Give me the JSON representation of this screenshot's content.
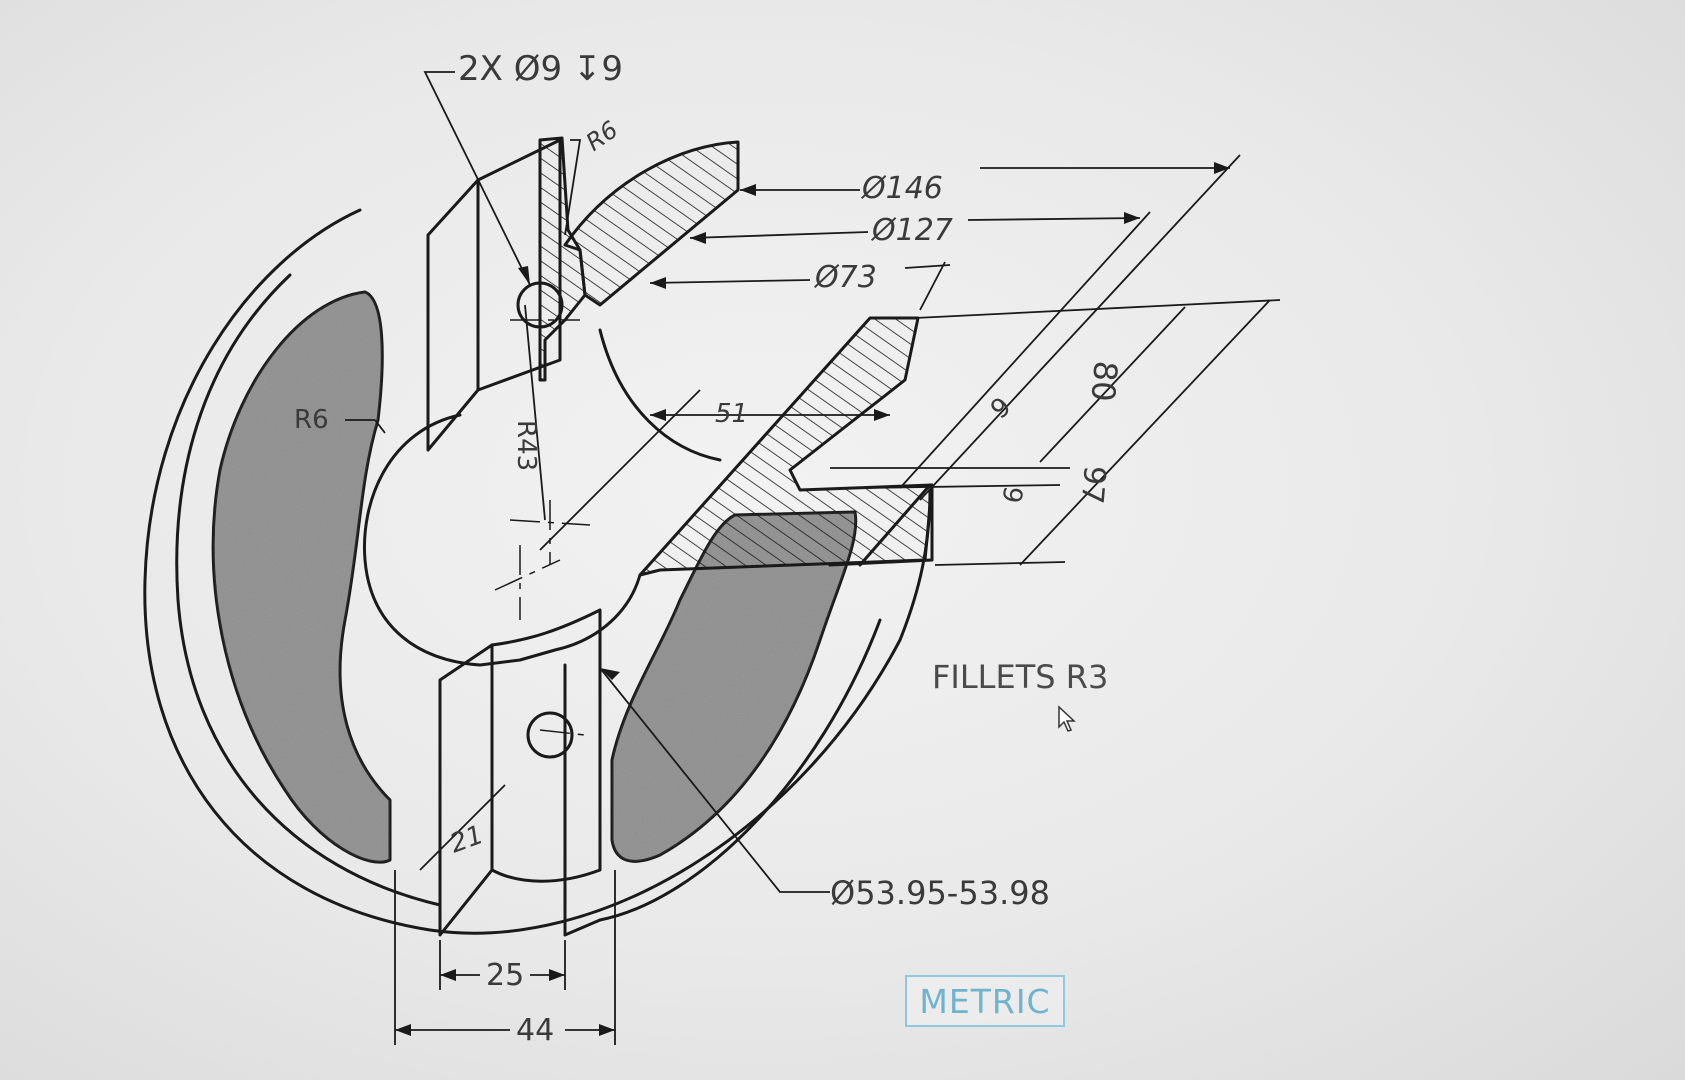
{
  "diagram": {
    "hole_callout": "2X Ø9 ↧9",
    "radius_top": "R6",
    "radius_left": "R6",
    "radius_center": "R43",
    "dia_outer": "Ø146",
    "dia_mid": "Ø127",
    "dia_inner": "Ø73",
    "dim_51": "51",
    "dim_80": "80",
    "dim_97": "97",
    "dim_9a": "9",
    "dim_9b": "9",
    "dim_21": "21",
    "dim_25": "25",
    "dim_44": "44",
    "bore_tolerance": "Ø53.95-53.98",
    "fillets_note": "FILLETS R3",
    "units_badge": "METRIC"
  },
  "colors": {
    "line": "#1a1a1a",
    "shade": "#8a8a8a",
    "badge": "#6fb3cc"
  }
}
